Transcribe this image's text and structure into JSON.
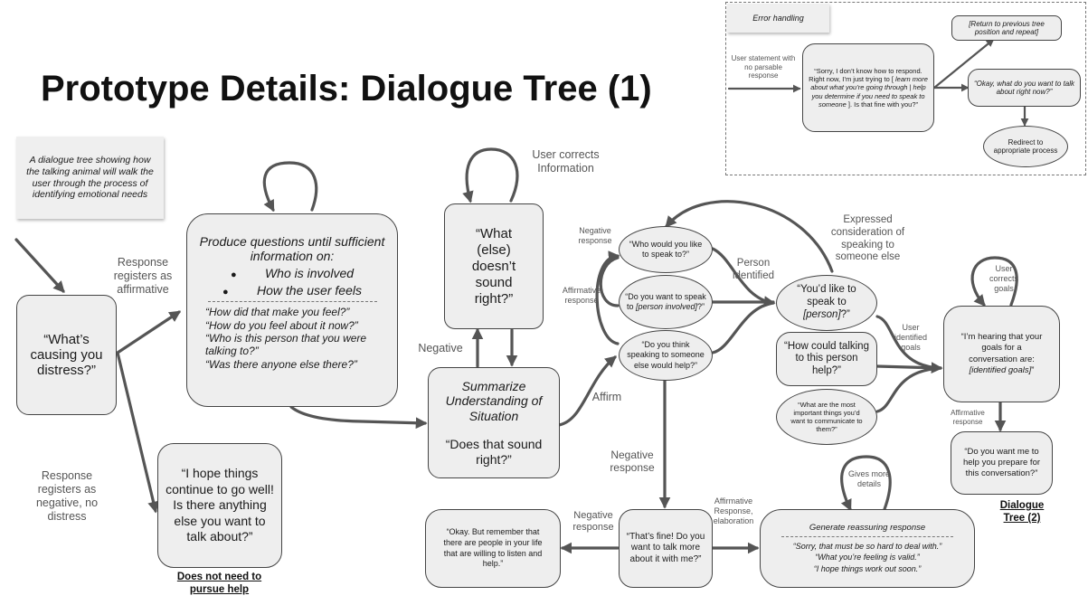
{
  "title": "Prototype Details: Dialogue Tree (1)",
  "description_note": "A dialogue tree showing how the talking animal will walk the user through the process of identifying emotional needs",
  "error_panel": {
    "tab": "Error handling",
    "input_label": "User statement with no parsable response",
    "sorry_prefix": "“Sorry, I don’t know how to respond. Right now, I’m just trying to [",
    "sorry_options": "learn more about what you’re going through | help you determine if you need to speak to someone",
    "sorry_suffix": "]. Is that fine with you?”",
    "return_prev": "[Return to previous tree position and repeat]",
    "what_talk": "“Okay, what do you want to talk about right now?”",
    "redirect": "Redirect to appropriate process"
  },
  "nodes": {
    "whats_causing": "“What’s causing you distress?”",
    "produce_title": "Produce questions until sufficient information on:",
    "produce_bullets": [
      "Who is involved",
      "How the user feels"
    ],
    "produce_examples": [
      "“How did that make you feel?”",
      "“How do you feel about it now?”",
      "“Who is this person that you were talking to?”",
      "“Was there anyone else there?”"
    ],
    "what_else": "“What (else) doesn’t sound right?”",
    "summarize_title": "Summarize Understanding of Situation",
    "summarize_question": "“Does that sound right?”",
    "hope_things": "“I hope things continue to go well! Is there anything else you want to talk about?”",
    "who_speak": "“Who would you like to speak to?”",
    "do_you_want_prefix": "“Do you want to speak to",
    "do_you_want_person": "[person involved]",
    "do_you_want_suffix": "?”",
    "do_you_think": "“Do you think speaking to someone else would help?”",
    "youd_like_prefix": "“You’d like to speak to",
    "youd_like_person": "[person]",
    "youd_like_suffix": "?”",
    "how_could": "“How could talking to this person help?”",
    "what_important": "“What are the most important things you’d want to communicate to them?”",
    "hearing_goals_prefix": "“I’m hearing that your goals for a conversation are:",
    "hearing_goals_var": "[identified goals]",
    "hearing_goals_suffix": "”",
    "prepare": "“Do you want me to help you prepare for this conversation?”",
    "thats_fine": "“That’s fine! Do you want to talk more about it with me?”",
    "okay_remember": "“Okay. But remember that there are people in your life that are willing to listen and help.”",
    "reassure_title": "Generate reassuring response",
    "reassure_lines": [
      "“Sorry, that must be so hard to deal with.”",
      "“What you’re feeling is valid.”",
      "“I hope things work out soon.”"
    ]
  },
  "labels": {
    "resp_affirm": "Response registers as affirmative",
    "resp_negative": "Response registers as negative, no distress",
    "user_corrects_info": "User corrects Information",
    "negative": "Negative",
    "affirm": "Affirm",
    "negative_response_1": "Negative response",
    "affirmative_response": "Affirmative response",
    "person_identified": "Person identified",
    "expressed": "Expressed consideration of speaking to someone else",
    "user_identified_goals": "User identified goals",
    "user_corrects_goals": "User corrects goals",
    "affirmative_response_2": "Affirmative response",
    "negative_response_2": "Negative response",
    "negative_response_3": "Negative response",
    "affirm_elab": "Affirmative Response, elaboration",
    "gives_details": "Gives more details",
    "no_help_caption": "Does not need to pursue help",
    "tree2_caption": "Dialogue Tree (2)"
  },
  "colors": {
    "node_fill": "#eeeeee",
    "stroke": "#555555",
    "node_border": "#444444"
  }
}
